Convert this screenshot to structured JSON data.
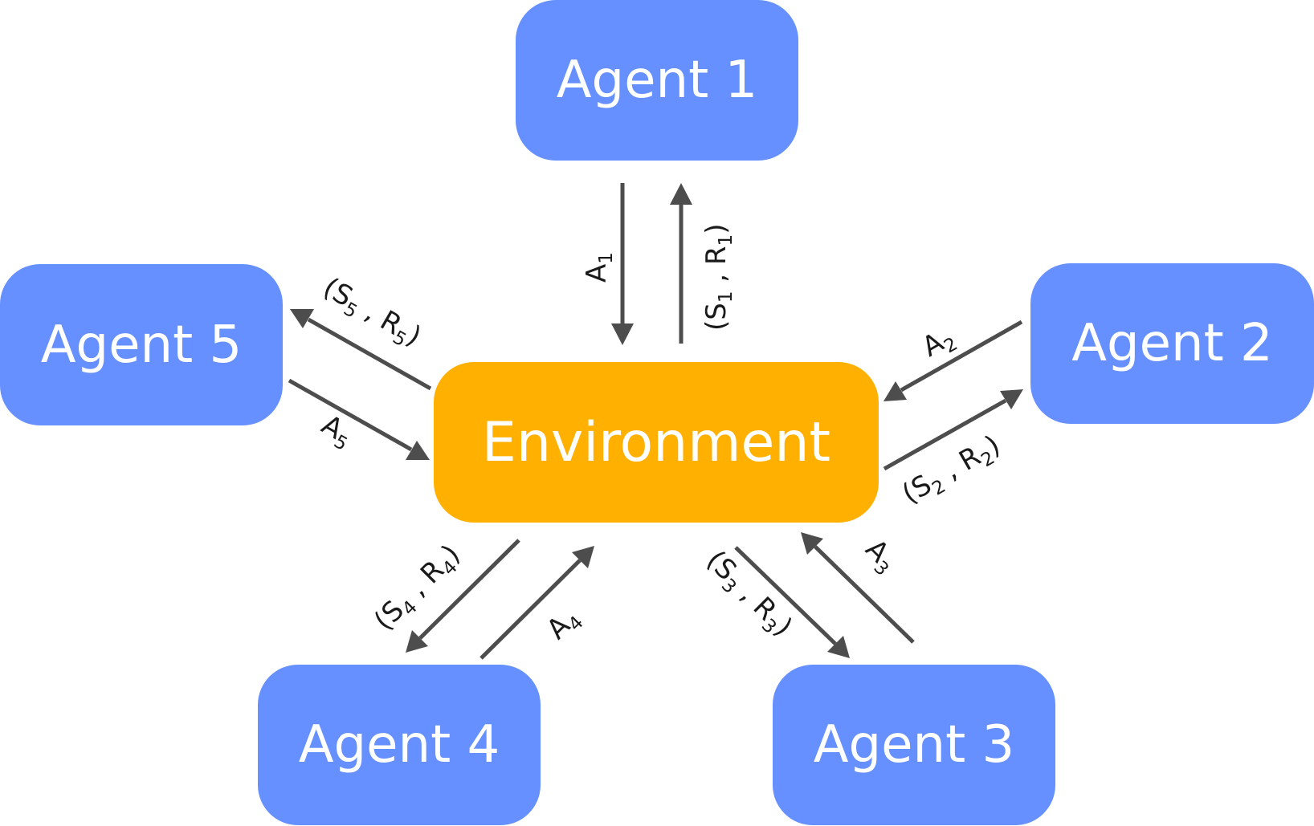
{
  "nodes": {
    "agent_1": "Agent 1",
    "agent_2": "Agent 2",
    "agent_3": "Agent 3",
    "agent_4": "Agent 4",
    "agent_5": "Agent 5",
    "environment": "Environment"
  },
  "colors": {
    "agent": "#6690ff",
    "environment": "#ffb000",
    "arrow": "#4d4d4d",
    "text": "#ffffff"
  },
  "edges": [
    {
      "from": "Agent 1",
      "to": "Environment",
      "label": {
        "base": "A",
        "sub": "1"
      }
    },
    {
      "from": "Environment",
      "to": "Agent 1",
      "label": {
        "s": "S",
        "s_sub": "1",
        "r": "R",
        "r_sub": "1"
      }
    },
    {
      "from": "Agent 2",
      "to": "Environment",
      "label": {
        "base": "A",
        "sub": "2"
      }
    },
    {
      "from": "Environment",
      "to": "Agent 2",
      "label": {
        "s": "S",
        "s_sub": "2",
        "r": "R",
        "r_sub": "2"
      }
    },
    {
      "from": "Agent 3",
      "to": "Environment",
      "label": {
        "base": "A",
        "sub": "3"
      }
    },
    {
      "from": "Environment",
      "to": "Agent 3",
      "label": {
        "s": "S",
        "s_sub": "3",
        "r": "R",
        "r_sub": "3"
      }
    },
    {
      "from": "Agent 4",
      "to": "Environment",
      "label": {
        "base": "A",
        "sub": "4"
      }
    },
    {
      "from": "Environment",
      "to": "Agent 4",
      "label": {
        "s": "S",
        "s_sub": "4",
        "r": "R",
        "r_sub": "4"
      }
    },
    {
      "from": "Agent 5",
      "to": "Environment",
      "label": {
        "base": "A",
        "sub": "5"
      }
    },
    {
      "from": "Environment",
      "to": "Agent 5",
      "label": {
        "s": "S",
        "s_sub": "5",
        "r": "R",
        "r_sub": "5"
      }
    }
  ]
}
